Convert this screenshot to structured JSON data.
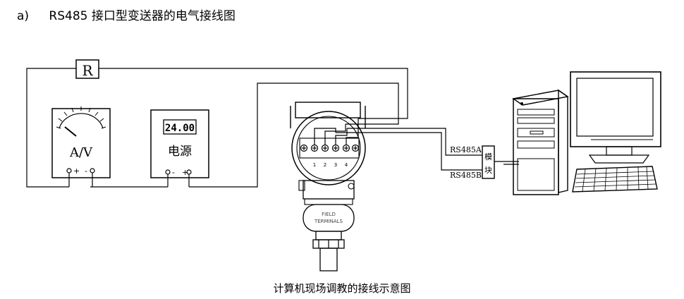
{
  "heading": {
    "index": "a)",
    "title": "RS485 接口型变送器的电气接线图"
  },
  "resistor": {
    "label": "R"
  },
  "meter": {
    "label": "A/V",
    "plus": "+",
    "minus": "-"
  },
  "power_supply": {
    "display": "24.00",
    "label": "电源",
    "minus": "-",
    "plus": "+"
  },
  "transmitter": {
    "terminal_numbers": [
      "1",
      "2",
      "3",
      "4"
    ],
    "neck_label_1": "FIELD",
    "neck_label_2": "TERMINALS"
  },
  "lines": {
    "rs485a": "RS485A",
    "rs485b": "RS485B"
  },
  "module": {
    "char1": "模",
    "char2": "块"
  },
  "caption": "计算机现场调教的接线示意图"
}
